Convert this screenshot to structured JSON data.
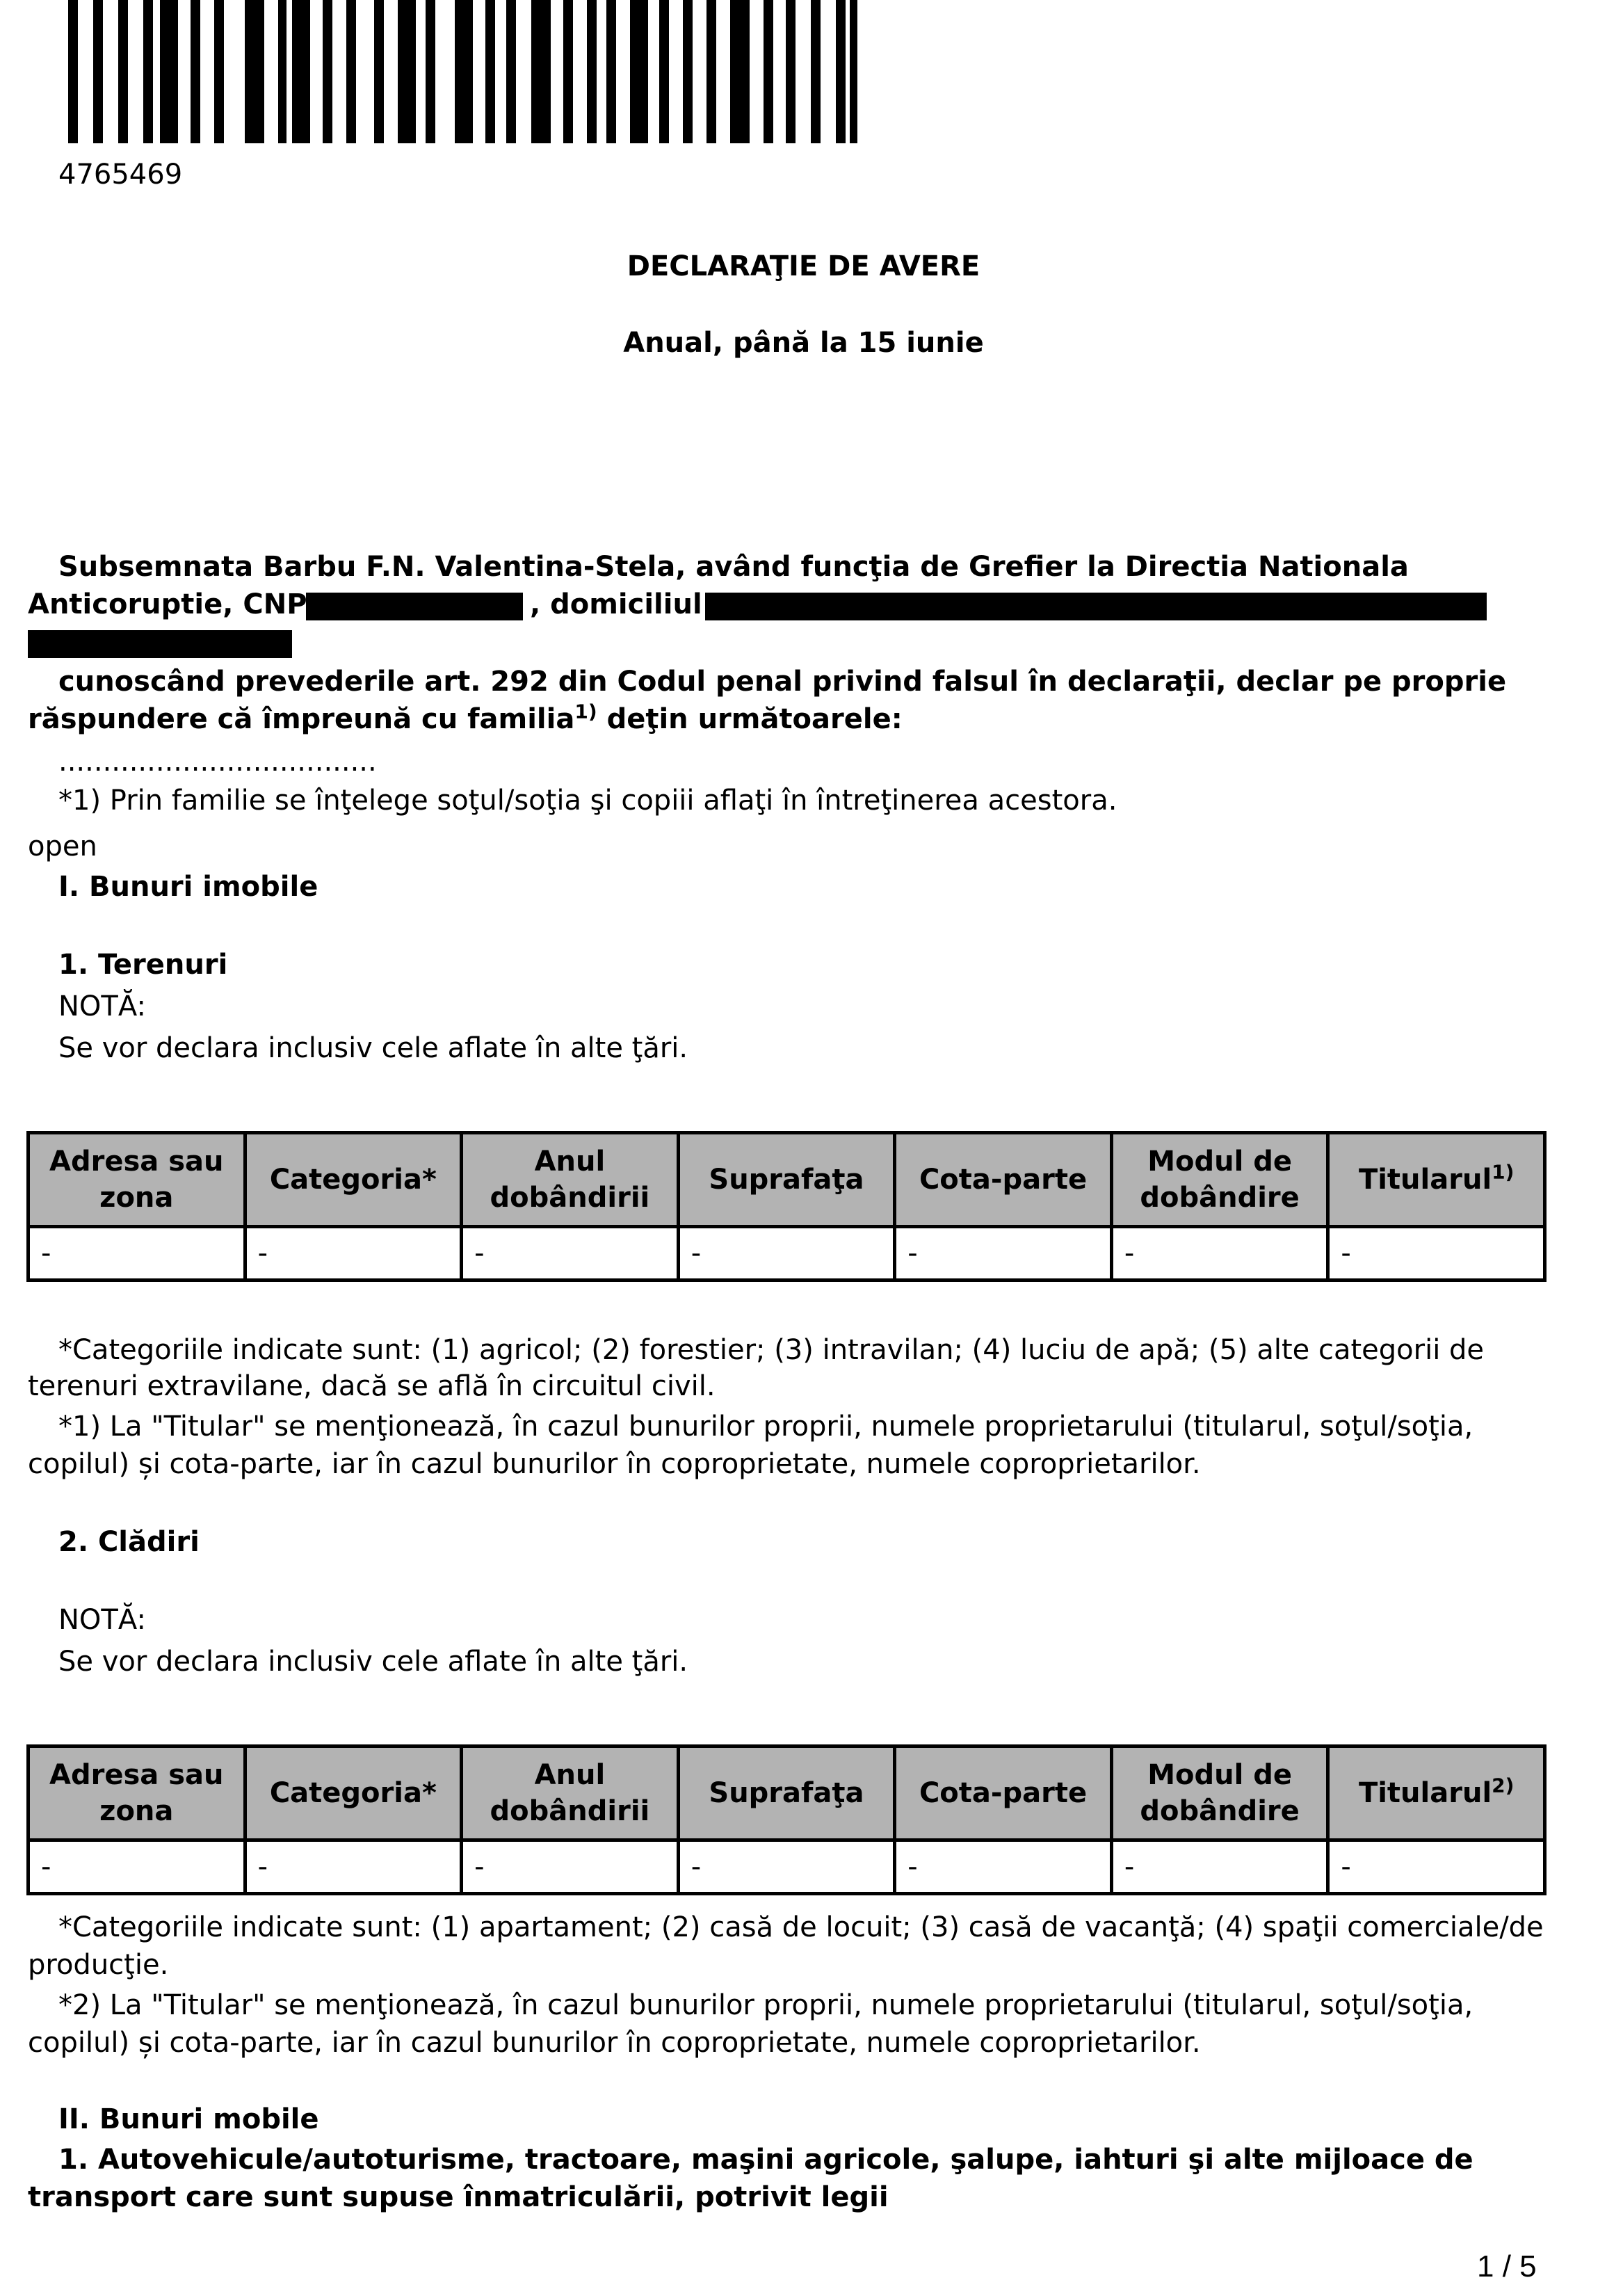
{
  "barcode": {
    "number": "4765469",
    "bars": [
      [
        0,
        14
      ],
      [
        36,
        14
      ],
      [
        72,
        14
      ],
      [
        108,
        14
      ],
      [
        132,
        26
      ],
      [
        176,
        14
      ],
      [
        210,
        14
      ],
      [
        254,
        28
      ],
      [
        302,
        12
      ],
      [
        322,
        26
      ],
      [
        366,
        14
      ],
      [
        400,
        14
      ],
      [
        440,
        14
      ],
      [
        474,
        26
      ],
      [
        514,
        14
      ],
      [
        556,
        26
      ],
      [
        600,
        14
      ],
      [
        630,
        14
      ],
      [
        666,
        28
      ],
      [
        712,
        14
      ],
      [
        746,
        14
      ],
      [
        774,
        14
      ],
      [
        808,
        26
      ],
      [
        850,
        14
      ],
      [
        884,
        14
      ],
      [
        918,
        14
      ],
      [
        952,
        28
      ],
      [
        1000,
        14
      ],
      [
        1032,
        14
      ],
      [
        1068,
        14
      ],
      [
        1104,
        14
      ],
      [
        1124,
        14
      ]
    ]
  },
  "header": {
    "title": "DECLARAŢIE DE AVERE",
    "subtitle": "Anual, până la 15 iunie"
  },
  "declaration": {
    "line1": "Subsemnata Barbu F.N. Valentina-Stela, având funcţia de Grefier la Directia Nationala",
    "line2_a": "Anticoruptie, CNP",
    "line2_b": ", domiciliul",
    "line3": "cunoscând prevederile art. 292 din Codul penal privind falsul în declaraţii, declar pe proprie",
    "line4_a": "răspundere că împreună cu familia",
    "line4_sup": "1)",
    "line4_b": " deţin următoarele:",
    "dots": "....................................",
    "footnote": "*1) Prin familie se înţelege soţul/soţia şi copiii aflaţi în întreţinerea acestora.",
    "open": "open"
  },
  "section1": {
    "title": "I. Bunuri imobile",
    "sub1": {
      "title": "1. Terenuri",
      "note_label": "NOTĂ:",
      "note_text": "Se vor declara inclusiv cele aflate în alte ţări.",
      "headers": [
        "Adresa sau zona",
        "Categoria*",
        "Anul dobândirii",
        "Suprafaţa",
        "Cota-parte",
        "Modul de dobândire",
        "Titularul"
      ],
      "header_sup": "1)",
      "row": [
        "-",
        "-",
        "-",
        "-",
        "-",
        "-",
        "-"
      ],
      "foot1a": "*Categoriile indicate sunt: (1) agricol; (2) forestier; (3) intravilan; (4) luciu de apă; (5) alte categorii de",
      "foot1b": "terenuri extravilane, dacă se află în circuitul civil.",
      "foot2a": "*1) La \"Titular\" se menţionează, în cazul bunurilor proprii, numele proprietarului (titularul, soţul/soţia,",
      "foot2b": "copilul) și cota-parte, iar în cazul bunurilor în coproprietate, numele coproprietarilor."
    },
    "sub2": {
      "title": "2. Clădiri",
      "note_label": "NOTĂ:",
      "note_text": "Se vor declara inclusiv cele aflate în alte ţări.",
      "headers": [
        "Adresa sau zona",
        "Categoria*",
        "Anul dobândirii",
        "Suprafaţa",
        "Cota-parte",
        "Modul de dobândire",
        "Titularul"
      ],
      "header_sup": "2)",
      "row": [
        "-",
        "-",
        "-",
        "-",
        "-",
        "-",
        "-"
      ],
      "foot1a": "*Categoriile indicate sunt: (1) apartament; (2) casă de locuit; (3) casă de vacanţă; (4) spaţii comerciale/de",
      "foot1b": "producţie.",
      "foot2a": "*2) La \"Titular\" se menţionează, în cazul bunurilor proprii, numele proprietarului (titularul, soţul/soţia,",
      "foot2b": "copilul) și cota-parte, iar în cazul bunurilor în coproprietate, numele coproprietarilor."
    }
  },
  "section2": {
    "title": "II. Bunuri mobile",
    "sub1_a": "1. Autovehicule/autoturisme, tractoare, maşini agricole, şalupe, iahturi şi alte mijloace de",
    "sub1_b": "transport care sunt supuse înmatriculării, potrivit legii"
  },
  "footer": {
    "page": "1 / 5"
  }
}
